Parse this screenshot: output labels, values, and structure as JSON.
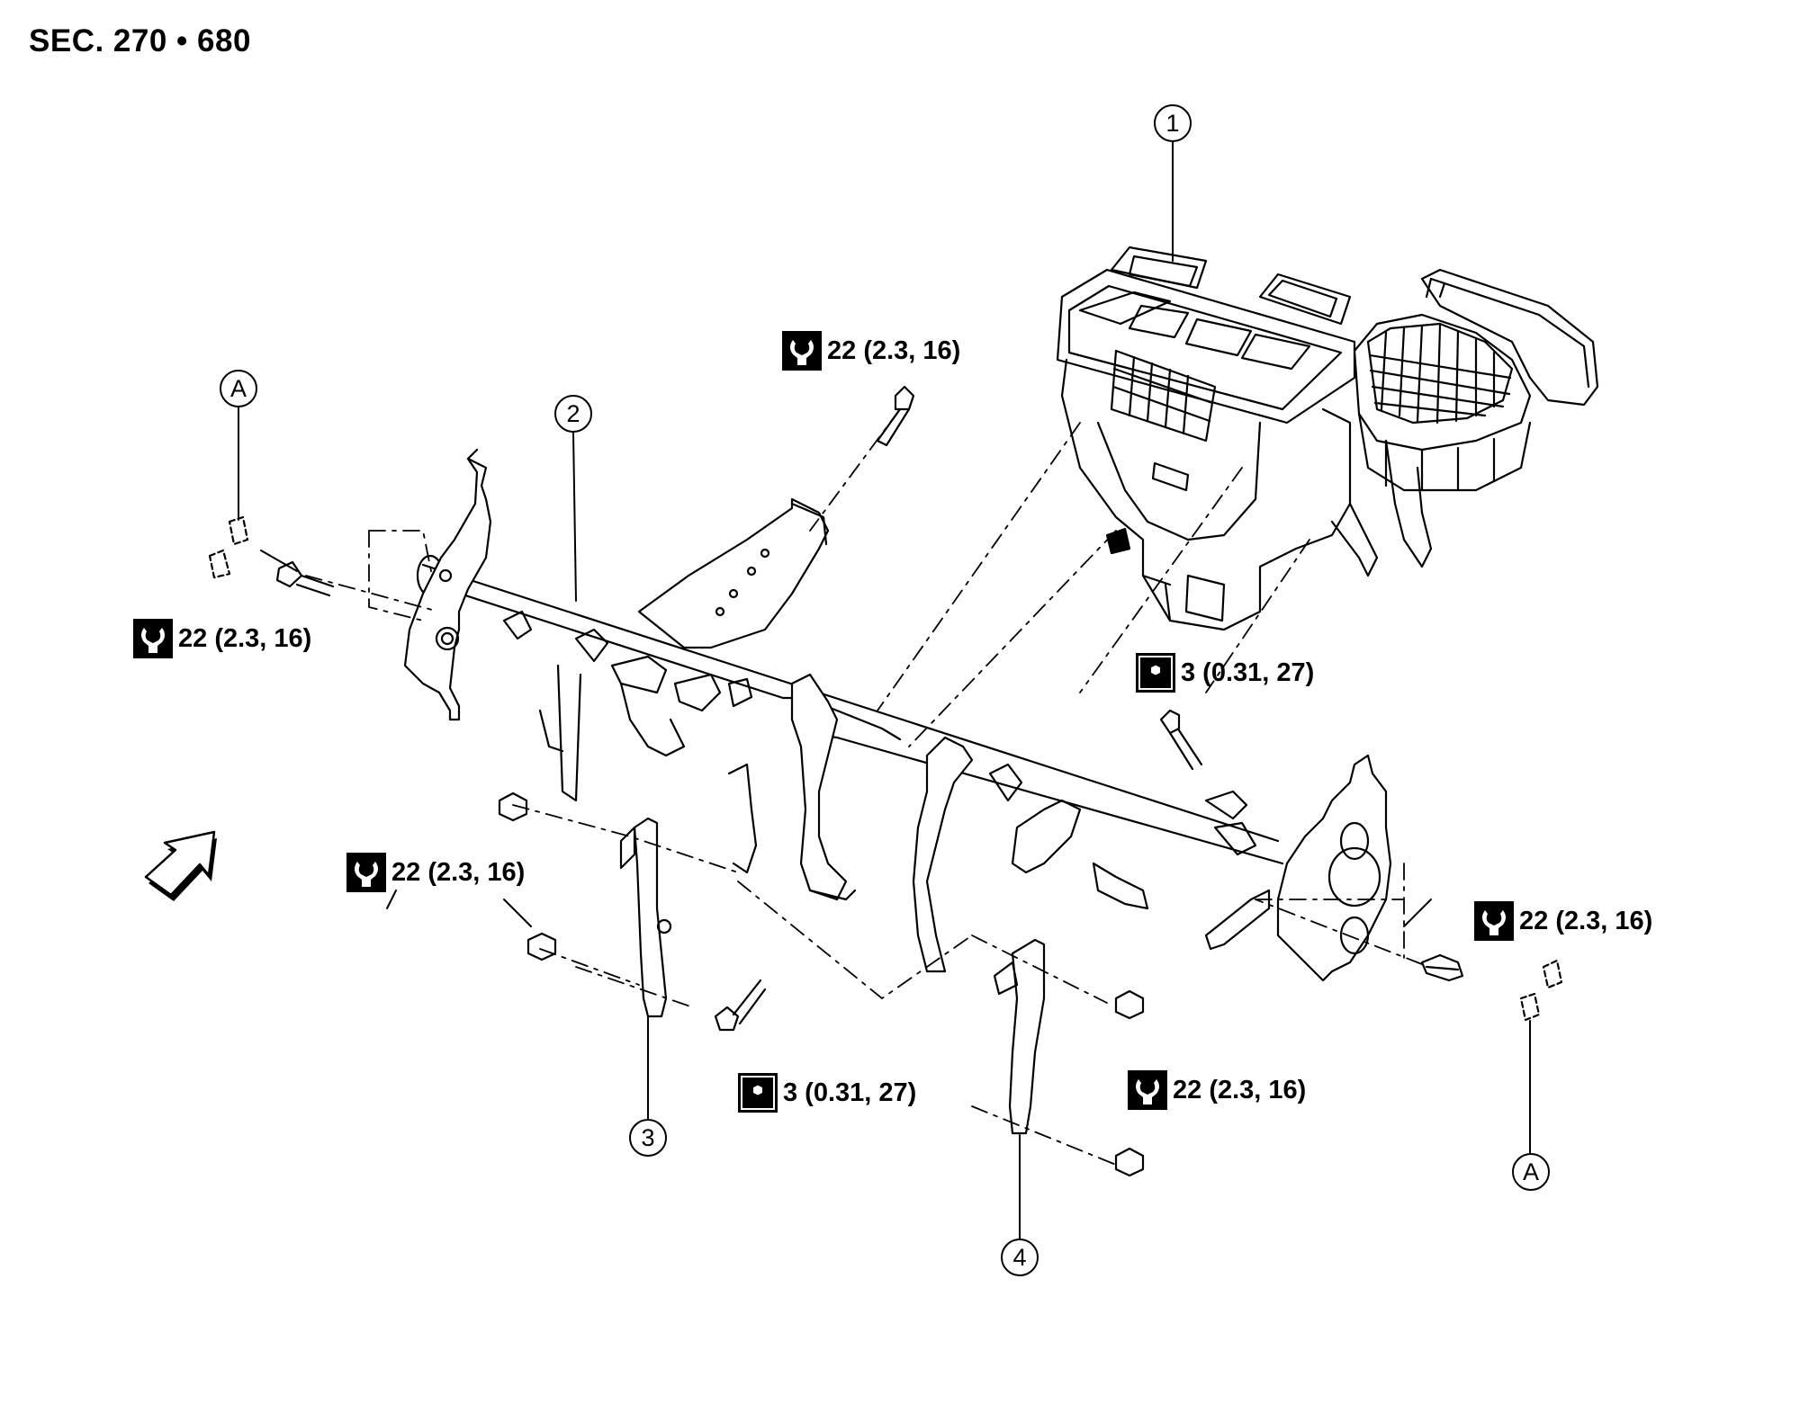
{
  "header": {
    "section_ref": "SEC. 270 • 680"
  },
  "callouts": [
    {
      "id": "1",
      "label": "1",
      "part": "heater-and-cooling-unit"
    },
    {
      "id": "2",
      "label": "2",
      "part": "steering-member"
    },
    {
      "id": "3",
      "label": "3",
      "part": "stay-left"
    },
    {
      "id": "4",
      "label": "4",
      "part": "stay-right"
    },
    {
      "id": "A-left",
      "label": "A"
    },
    {
      "id": "A-right",
      "label": "A"
    }
  ],
  "torque_specs": [
    {
      "id": "top-bolt",
      "icon": "wrench-hex-icon",
      "value": "22 (2.3, 16)"
    },
    {
      "id": "left-side-bolt",
      "icon": "wrench-hex-icon",
      "value": "22 (2.3, 16)"
    },
    {
      "id": "heater-unit-bolt",
      "icon": "wrench-hex-filled-icon",
      "value": "3 (0.31, 27)"
    },
    {
      "id": "stay-left-nuts",
      "icon": "wrench-hex-icon",
      "value": "22 (2.3, 16)"
    },
    {
      "id": "right-side-bolt",
      "icon": "wrench-hex-icon",
      "value": "22 (2.3, 16)"
    },
    {
      "id": "lower-bolt",
      "icon": "wrench-hex-filled-icon",
      "value": "3 (0.31, 27)"
    },
    {
      "id": "stay-right-nuts",
      "icon": "wrench-hex-icon",
      "value": "22 (2.3, 16)"
    }
  ],
  "legend": {
    "front_arrow": "vehicle-front-arrow-icon"
  }
}
